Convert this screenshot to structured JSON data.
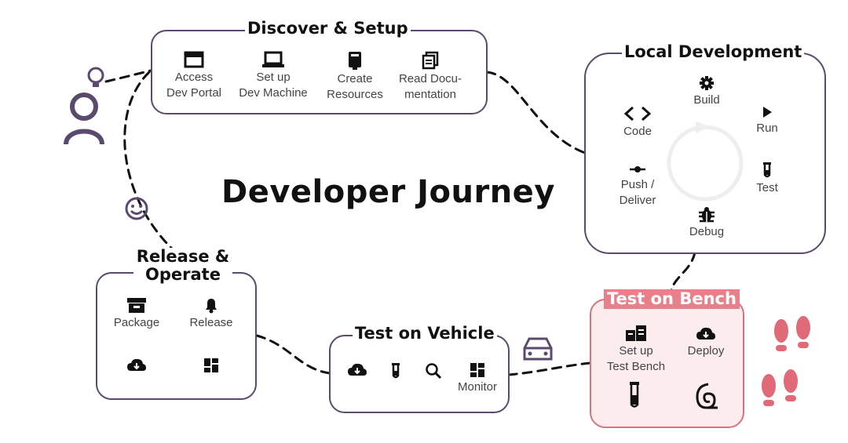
{
  "headline": "Developer Journey",
  "colors": {
    "accent": "#5a4a6e",
    "bench": "#e8808b",
    "feet": "#e06a78"
  },
  "discover": {
    "title": "Discover & Setup",
    "items": [
      {
        "icon": "browser-window-icon",
        "label": "Access\nDev Portal"
      },
      {
        "icon": "laptop-icon",
        "label": "Set up\nDev Machine"
      },
      {
        "icon": "book-icon",
        "label": "Create\nResources"
      },
      {
        "icon": "documents-icon",
        "label": "Read Docu-\nmentation"
      }
    ]
  },
  "local": {
    "title": "Local Development",
    "items": [
      {
        "icon": "gear-icon",
        "label": "Build"
      },
      {
        "icon": "code-icon",
        "label": "Code"
      },
      {
        "icon": "play-icon",
        "label": "Run"
      },
      {
        "icon": "commit-icon",
        "label": "Push /\nDeliver"
      },
      {
        "icon": "test-tube-icon",
        "label": "Test"
      },
      {
        "icon": "bug-icon",
        "label": "Debug"
      }
    ]
  },
  "release": {
    "title": "Release &\nOperate",
    "items": [
      {
        "icon": "archive-box-icon",
        "label": "Package"
      },
      {
        "icon": "bell-icon",
        "label": "Release"
      },
      {
        "icon": "cloud-download-icon",
        "label": ""
      },
      {
        "icon": "dashboard-icon",
        "label": ""
      }
    ]
  },
  "vehicle": {
    "title": "Test on Vehicle",
    "items": [
      {
        "icon": "cloud-download-icon",
        "label": ""
      },
      {
        "icon": "test-tube-icon",
        "label": ""
      },
      {
        "icon": "magnifier-icon",
        "label": ""
      },
      {
        "icon": "dashboard-icon",
        "label": "Monitor"
      }
    ]
  },
  "bench": {
    "title": "Test on Bench",
    "items": [
      {
        "icon": "buildings-icon",
        "label": "Set up\nTest Bench"
      },
      {
        "icon": "cloud-download-icon",
        "label": "Deploy"
      },
      {
        "icon": "test-tube-icon",
        "label": ""
      },
      {
        "icon": "squiggle-icon",
        "label": ""
      }
    ]
  }
}
